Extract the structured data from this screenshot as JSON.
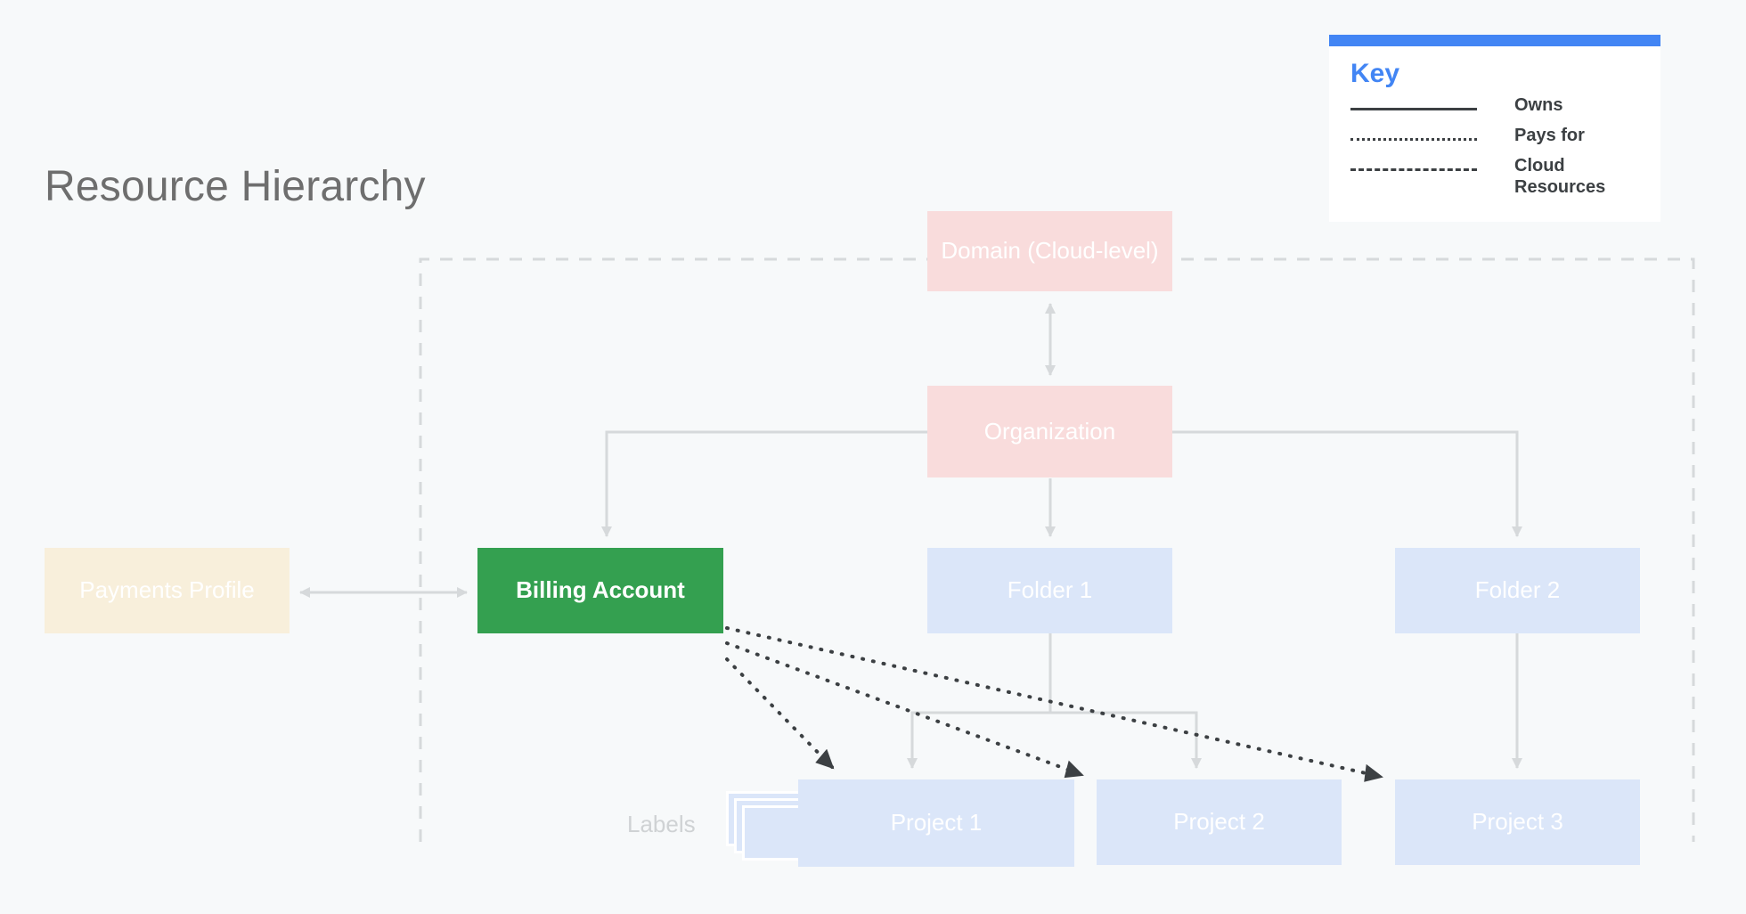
{
  "page": {
    "title": "Resource Hierarchy",
    "background_color": "#f7f9fa"
  },
  "key": {
    "heading": "Key",
    "accent_color": "#4285f4",
    "rows": [
      {
        "style": "solid",
        "label": "Owns"
      },
      {
        "style": "dotted",
        "label": "Pays for"
      },
      {
        "style": "dashed",
        "label": "Cloud Resources"
      }
    ]
  },
  "nodes": {
    "domain": {
      "label": "Domain (Cloud-level)",
      "color": "#f9dcdc"
    },
    "organization": {
      "label": "Organization",
      "color": "#f9dcdc"
    },
    "billing": {
      "label": "Billing Account",
      "color": "#34a050"
    },
    "payments": {
      "label": "Payments Profile",
      "color": "#f8efdb"
    },
    "folder1": {
      "label": "Folder 1",
      "color": "#dbe6f9"
    },
    "folder2": {
      "label": "Folder 2",
      "color": "#dbe6f9"
    },
    "project1": {
      "label": "Project 1",
      "color": "#dbe6f9"
    },
    "project2": {
      "label": "Project 2",
      "color": "#dbe6f9"
    },
    "project3": {
      "label": "Project 3",
      "color": "#dbe6f9"
    },
    "labels": {
      "label": "Labels"
    }
  },
  "edges": {
    "owns_color": "#d6d9db",
    "pays_for_color": "#3c4043",
    "boundary_color": "#d6d9db",
    "list": [
      {
        "from": "domain",
        "to": "organization",
        "type": "owns",
        "bidirectional": true
      },
      {
        "from": "payments",
        "to": "billing",
        "type": "owns",
        "bidirectional": true
      },
      {
        "from": "organization",
        "to": "billing",
        "type": "owns",
        "bidirectional": false
      },
      {
        "from": "organization",
        "to": "folder1",
        "type": "owns",
        "bidirectional": false
      },
      {
        "from": "organization",
        "to": "folder2",
        "type": "owns",
        "bidirectional": false
      },
      {
        "from": "folder1",
        "to": "project1",
        "type": "owns",
        "bidirectional": false
      },
      {
        "from": "folder1",
        "to": "project2",
        "type": "owns",
        "bidirectional": false
      },
      {
        "from": "folder2",
        "to": "project3",
        "type": "owns",
        "bidirectional": false
      },
      {
        "from": "billing",
        "to": "project1",
        "type": "pays-for",
        "bidirectional": false
      },
      {
        "from": "billing",
        "to": "project2",
        "type": "pays-for",
        "bidirectional": false
      },
      {
        "from": "billing",
        "to": "project3",
        "type": "pays-for",
        "bidirectional": false
      }
    ]
  }
}
